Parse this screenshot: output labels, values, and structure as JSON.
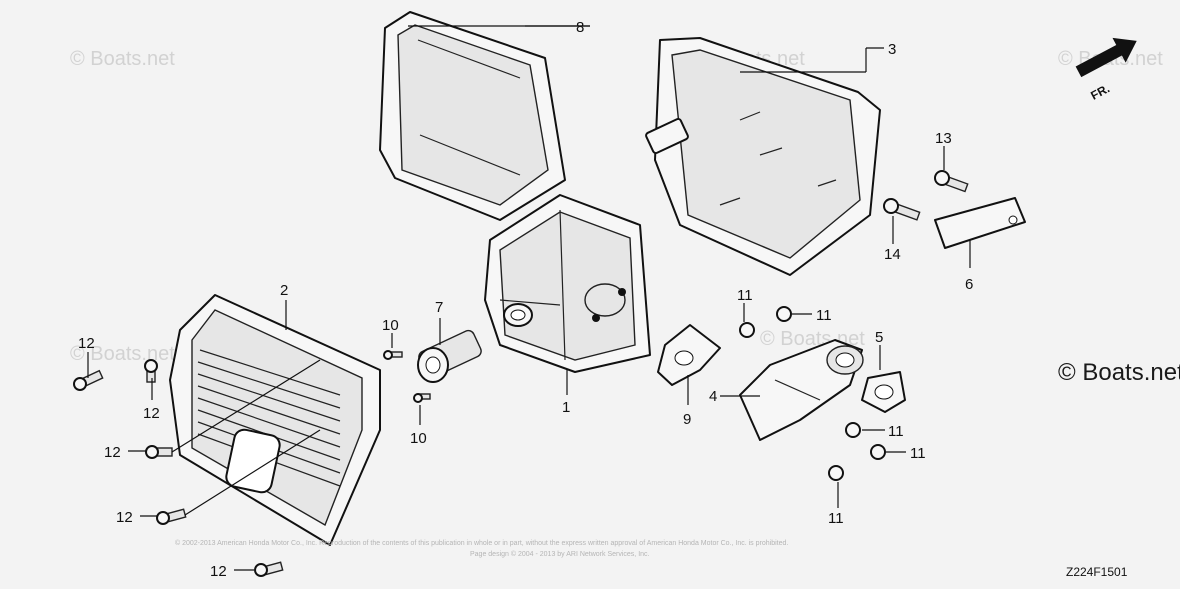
{
  "diagram_code": "Z224F1501",
  "fr_label": "FR.",
  "watermark": "© Boats.net",
  "copyright_lines": [
    "© 2002-2013 American Honda Motor Co., Inc. Reproduction of the contents of this publication in whole or in part, without the express written approval of American Honda Motor Co., Inc. is prohibited.",
    "Page design © 2004 - 2013 by ARI Network Services, Inc."
  ],
  "callouts": {
    "c1": "1",
    "c2": "2",
    "c3": "3",
    "c4": "4",
    "c5": "5",
    "c6": "6",
    "c7": "7",
    "c8": "8",
    "c9": "9",
    "c10a": "10",
    "c10b": "10",
    "c11a": "11",
    "c11b": "11",
    "c11c": "11",
    "c11d": "11",
    "c11e": "11",
    "c12a": "12",
    "c12b": "12",
    "c12c": "12",
    "c12d": "12",
    "c12e": "12",
    "c13": "13",
    "c14": "14"
  }
}
